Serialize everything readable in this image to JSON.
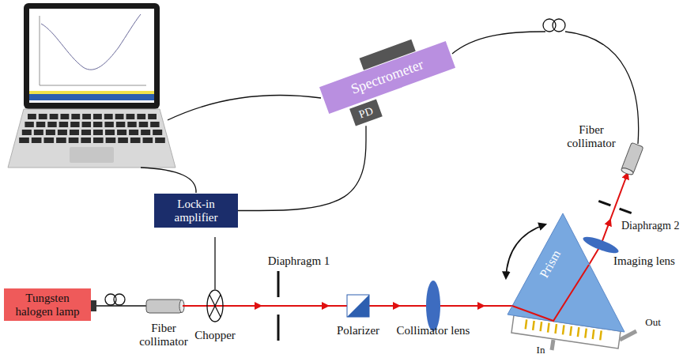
{
  "diagram": {
    "nodes": [
      {
        "text": [
          "Spectrometer"
        ]
      },
      {
        "text": [
          "PD"
        ]
      },
      {
        "text": [
          "Lock-in amplifier"
        ]
      },
      {
        "text": [
          "Tungsten halogen lamp"
        ]
      },
      {
        "text": [
          "Prism"
        ]
      }
    ],
    "edges": [
      {
        "from": 1,
        "to": 2,
        "arrow": "none"
      }
    ],
    "labels": [
      "Fiber collimator",
      "Chopper",
      "Diaphragm 1",
      "Polarizer",
      "Collimator lens",
      "Imaging lens",
      "Diaphragm 2",
      "Fiber collimator",
      "In",
      "Out"
    ]
  }
}
